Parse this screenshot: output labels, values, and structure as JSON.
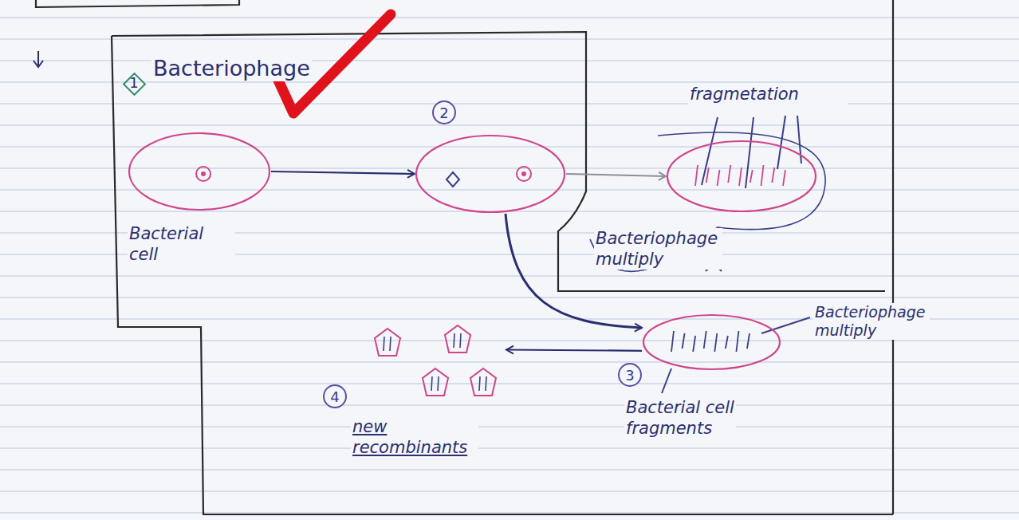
{
  "diagram": {
    "nodes": [
      {
        "text": [
          "Bacterial cell"
        ]
      },
      {
        "text": [
          "2"
        ]
      },
      {
        "text": [
          "fragmetation"
        ]
      },
      {
        "text": [
          "3",
          "Bacterial cell fragments"
        ]
      },
      {
        "text": [
          "4",
          "new recombinants"
        ]
      }
    ],
    "edges": [
      {
        "from": 0,
        "to": 1,
        "arrow": "to"
      },
      {
        "from": 1,
        "to": 2,
        "arrow": "to"
      },
      {
        "from": 1,
        "to": 3,
        "arrow": "to"
      },
      {
        "from": 3,
        "to": 4,
        "arrow": "to"
      }
    ],
    "labels": [
      "1",
      "Bacteriophage",
      "Bacteriophage multiply",
      "Bacteriophage multiply"
    ]
  }
}
